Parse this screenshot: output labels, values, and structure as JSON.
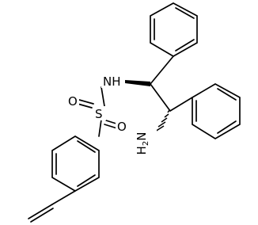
{
  "molecule": {
    "atoms": {
      "nh": "NH",
      "s": "S",
      "o_top": "O",
      "o_bottom": "O",
      "nh2_main": "H",
      "nh2_sub": "2",
      "nh2_n": "N"
    }
  }
}
